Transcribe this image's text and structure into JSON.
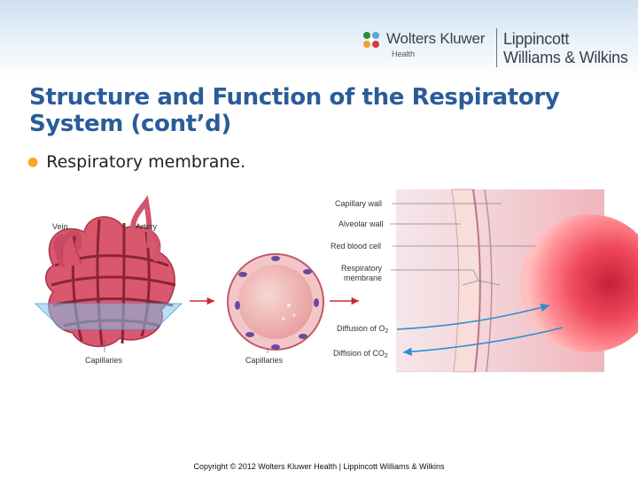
{
  "header": {
    "logo_left_text": "Wolters Kluwer",
    "logo_left_subtext": "Health",
    "logo_right_line1": "Lippincott",
    "logo_right_line2": "Williams & Wilkins",
    "band_color": "#cfe0f0"
  },
  "slide": {
    "title": "Structure and Function of the Respiratory System (cont’d)",
    "title_color": "#2a5c9a",
    "bullet": "Respiratory membrane.",
    "bullet_color": "#f5a623"
  },
  "figure": {
    "left_labels": {
      "vein": "Vein",
      "artery": "Artery",
      "capillaries_left": "Capillaries",
      "capillaries_mid": "Capillaries"
    },
    "right_labels": {
      "capillary_wall": "Capillary wall",
      "alveolar_wall": "Alveolar wall",
      "red_blood_cell": "Red blood cell",
      "respiratory_membrane_1": "Respiratory",
      "respiratory_membrane_2": "membrane",
      "diffusion_o2": "Diffusion of O",
      "diffusion_o2_sub": "2",
      "diffusion_co2": "Diffision of CO",
      "diffusion_co2_sub": "2"
    }
  },
  "footer": {
    "copyright": "Copyright © 2012 Wolters Kluwer Health | Lippincott Williams & Wilkins"
  }
}
